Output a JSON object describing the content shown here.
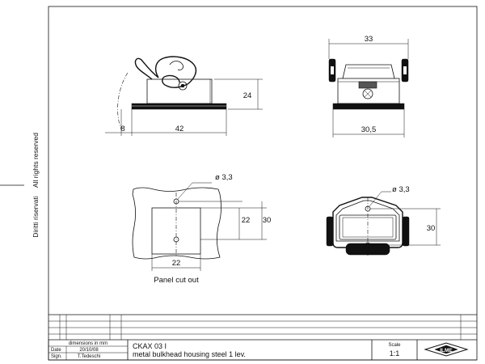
{
  "side_text": {
    "left": "Diritti riservati",
    "right": "All rights reserved"
  },
  "views": {
    "side": {
      "dim_height": "24",
      "dim_left": "8",
      "dim_width": "42"
    },
    "front": {
      "dim_top": "33",
      "dim_bottom": "30,5"
    },
    "cutout": {
      "dim_hole": "ø 3,3",
      "dim_inner": "22",
      "dim_outer": "30",
      "dim_width": "22",
      "caption": "Panel cut out"
    },
    "top": {
      "dim_hole": "ø 3,3",
      "dim_height": "30"
    }
  },
  "title_block": {
    "units_note": "dimensions in mm",
    "date_label": "Date",
    "date_value": "20/10/08",
    "sign_label": "Sign.",
    "sign_value": "T.Tedeschi",
    "part_code": "CKAX 03 I",
    "part_desc": "metal bulkhead housing steel 1 lev.",
    "scale_label": "Scale",
    "scale_value": "1:1",
    "logo_text": "ILME"
  }
}
